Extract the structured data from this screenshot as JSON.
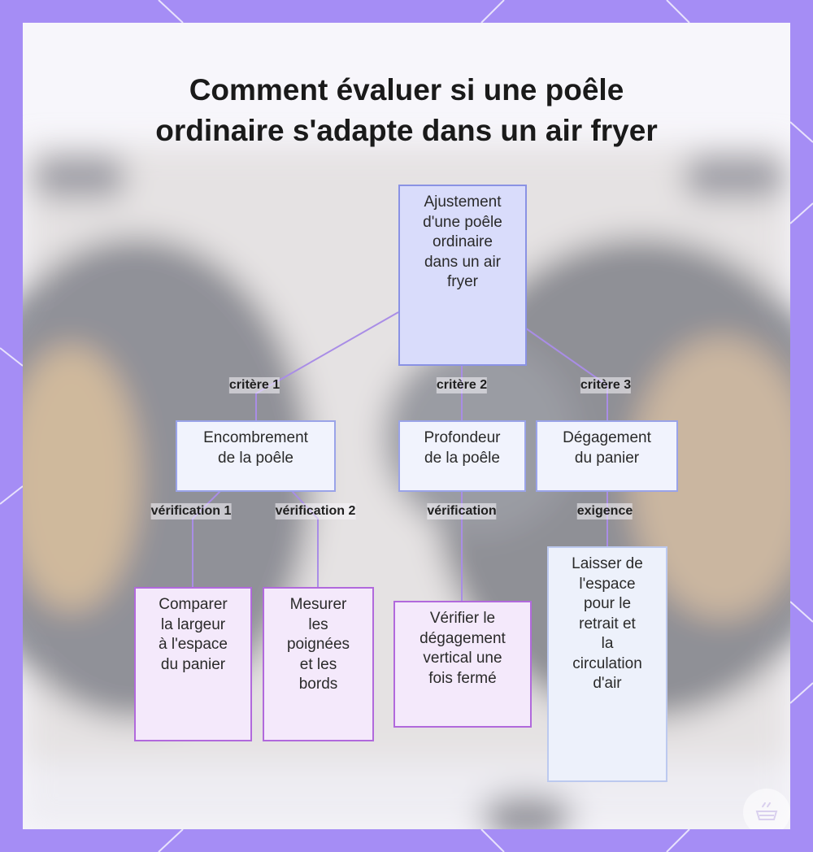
{
  "title": {
    "line1": "Comment évaluer si une poêle",
    "line2": "ordinaire s'adapte dans un air fryer"
  },
  "nodes": {
    "root": [
      "Ajustement",
      "d'une poêle",
      "ordinaire",
      "dans un air",
      "fryer"
    ],
    "encombrement": [
      "Encombrement",
      "de la poêle"
    ],
    "profondeur": [
      "Profondeur",
      "de la poêle"
    ],
    "degagement": [
      "Dégagement",
      "du panier"
    ],
    "comparer": [
      "Comparer",
      "la largeur",
      "à l'espace",
      "du panier"
    ],
    "mesurer": [
      "Mesurer",
      "les",
      "poignées",
      "et les",
      "bords"
    ],
    "verifier": [
      "Vérifier le",
      "dégagement",
      "vertical une",
      "fois fermé"
    ],
    "laisser": [
      "Laisser de",
      "l'espace",
      "pour le",
      "retrait et",
      "la",
      "circulation",
      "d'air"
    ]
  },
  "edges": {
    "critere1": "critère 1",
    "critere2": "critère 2",
    "critere3": "critère 3",
    "verification1": "vérification 1",
    "verification2": "vérification 2",
    "verification": "vérification",
    "exigence": "exigence"
  },
  "colors": {
    "frame": "#a58df5",
    "edge": "#a98de6",
    "root_fill": "#d9dcfb",
    "leaf_border": "#b169dc"
  },
  "icons": [
    "kitchen-pot-logo-icon"
  ]
}
